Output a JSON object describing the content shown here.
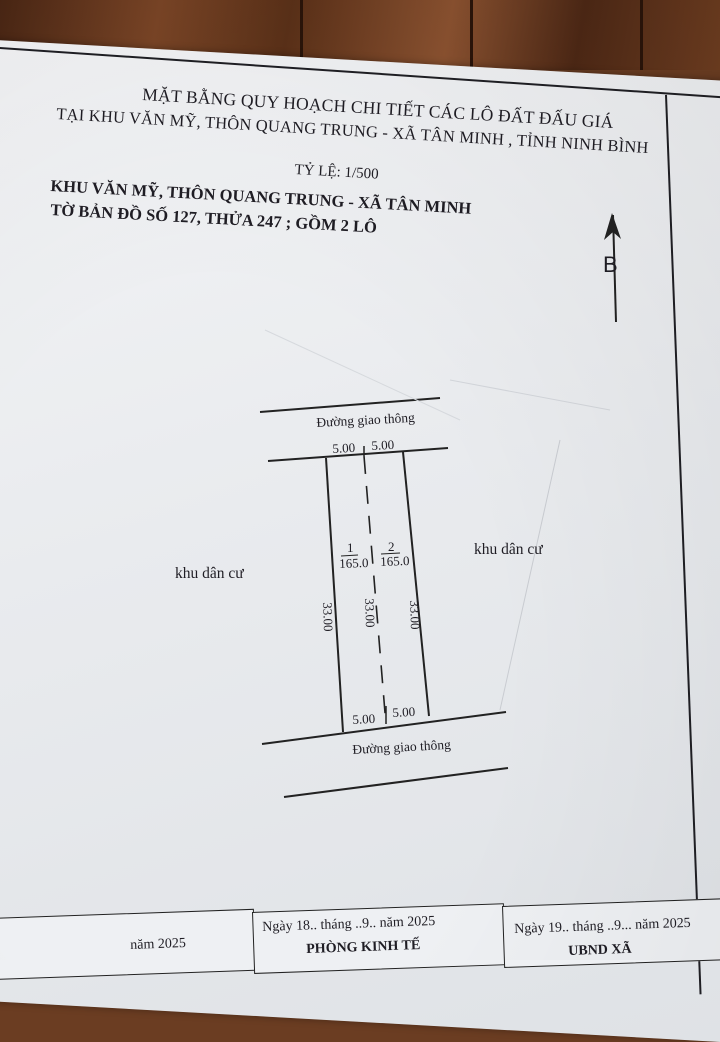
{
  "header": {
    "title_line1": "MẶT BẰNG QUY HOẠCH CHI TIẾT CÁC LÔ ĐẤT ĐẤU GIÁ",
    "title_line2": "TẠI KHU VĂN MỸ, THÔN QUANG TRUNG - XÃ TÂN MINH , TỈNH NINH BÌNH",
    "scale": "TỶ LỆ: 1/500"
  },
  "subheader": {
    "line1": "KHU VĂN MỸ, THÔN QUANG TRUNG - XÃ TÂN MINH",
    "line2": "TỜ BẢN ĐỒ SỐ 127, THỬA 247 ; GỒM 2 LÔ"
  },
  "north_arrow": {
    "label": "B"
  },
  "map": {
    "road_top": "Đường giao thông",
    "road_bottom": "Đường giao thông",
    "area_left": "khu dân cư",
    "area_right": "khu dân cư",
    "top_widths": [
      "5.00",
      "5.00"
    ],
    "bottom_widths": [
      "5.00",
      "5.00"
    ],
    "depths": [
      "33.00",
      "33.00",
      "33.00"
    ],
    "lots": [
      {
        "number": "1",
        "area": "165.0"
      },
      {
        "number": "2",
        "area": "165.0"
      }
    ]
  },
  "footer": {
    "date_left_partial": "năm 2025",
    "date_mid": "Ngày 18.. tháng ..9.. năm 2025",
    "office_mid": "PHÒNG KINH TẾ",
    "date_right": "Ngày 19.. tháng ..9... năm 2025",
    "office_right": "UBND XÃ"
  }
}
